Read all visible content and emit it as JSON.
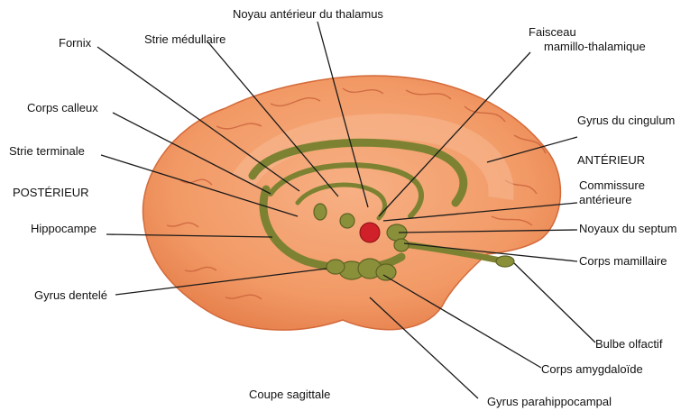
{
  "diagram": {
    "orientation": {
      "posterior": "POSTÉRIEUR",
      "anterior": "ANTÉRIEUR"
    },
    "caption": "Coupe sagittale",
    "labels": {
      "noyau_anterieur": "Noyau antérieur du thalamus",
      "fornix": "Fornix",
      "strie_medullaire": "Strie médullaire",
      "faisceau_1": "Faisceau",
      "faisceau_2": "mamillo-thalamique",
      "corps_calleux": "Corps calleux",
      "gyrus_cingulum": "Gyrus du cingulum",
      "strie_terminale": "Strie terminale",
      "commissure_1": "Commissure",
      "commissure_2": "antérieure",
      "hippocampe": "Hippocampe",
      "noyaux_septum": "Noyaux du septum",
      "corps_mamillaire": "Corps mamillaire",
      "gyrus_dentele": "Gyrus dentelé",
      "bulbe_olfactif": "Bulbe olfactif",
      "corps_amygdaloide": "Corps amygdaloïde",
      "gyrus_parahippocampal": "Gyrus parahippocampal"
    },
    "colors": {
      "cortex": "#f4a070",
      "cortex_shadow": "#e07848",
      "limbic": "#8a8f3a",
      "limbic_dark": "#5d6224",
      "nucleus": "#d0202a",
      "line": "#1a1a1a"
    }
  }
}
